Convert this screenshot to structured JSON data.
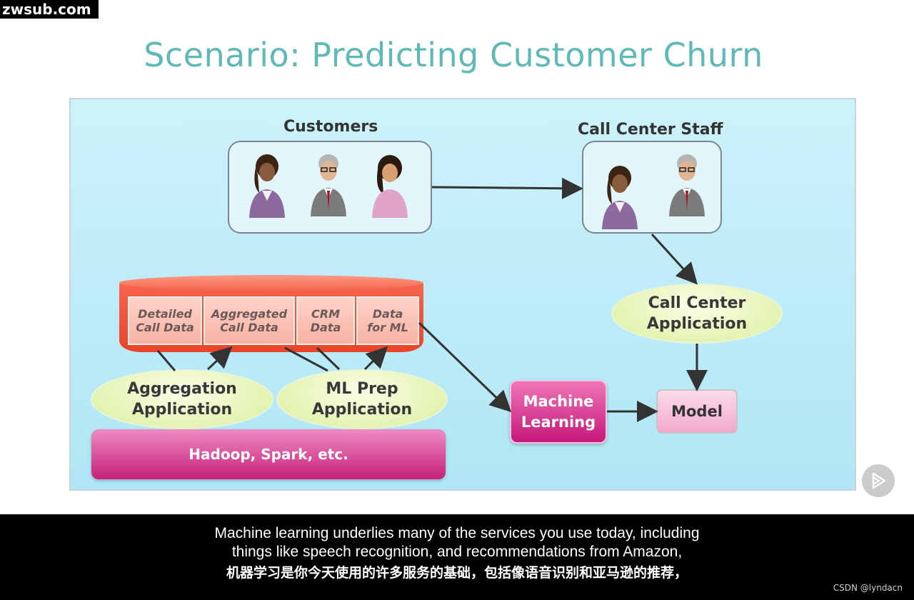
{
  "watermark": "zwsub.com",
  "slide": {
    "title": "Scenario: Predicting Customer Churn"
  },
  "diagram": {
    "customers_label": "Customers",
    "staff_label": "Call Center Staff",
    "data_store": [
      "Detailed\nCall Data",
      "Aggregated\nCall Data",
      "CRM\nData",
      "Data\nfor ML"
    ],
    "aggregation_app": "Aggregation\nApplication",
    "ml_prep_app": "ML Prep\nApplication",
    "call_center_app": "Call Center\nApplication",
    "platform": "Hadoop, Spark, etc.",
    "machine_learning": "Machine\nLearning",
    "model": "Model",
    "icons": {
      "person": "person-icon",
      "arrow": "arrow-icon",
      "play": "play-icon"
    },
    "colors": {
      "accent_pink": "#c5187a",
      "database_red": "#f4654c",
      "oval_green": "#d9ef9c",
      "title_teal": "#5fb9b6"
    }
  },
  "subtitles": {
    "line1": "Machine learning underlies many of the services you use today, including",
    "line2": "things like speech recognition, and recommendations from Amazon,",
    "line3": "机器学习是你今天使用的许多服务的基础，包括像语音识别和亚马逊的推荐，"
  },
  "credit": "CSDN @lyndacn"
}
